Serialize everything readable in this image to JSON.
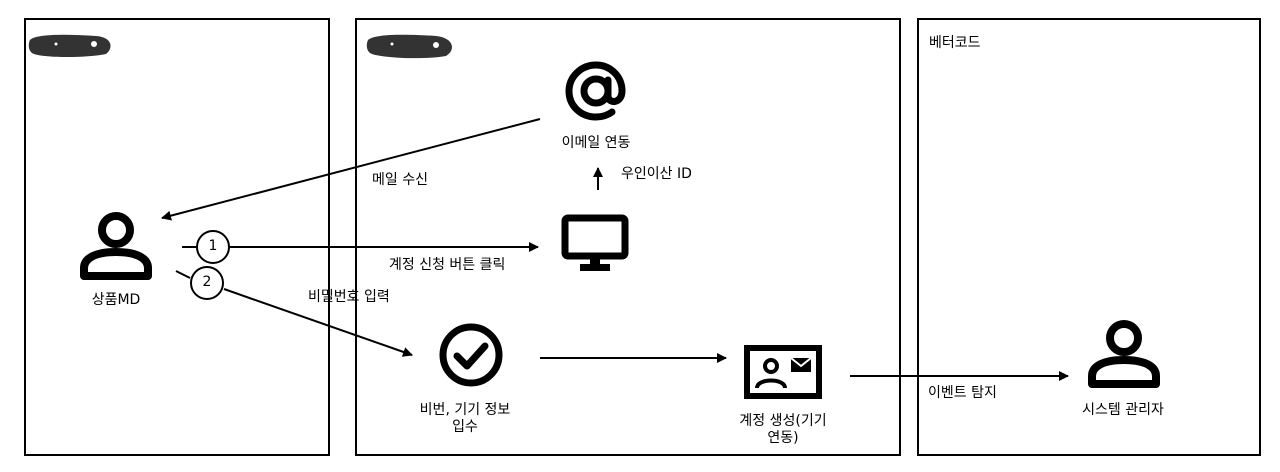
{
  "lanes": {
    "right_title": "베터코드"
  },
  "nodes": {
    "md_label": "상품MD",
    "email_label": "이메일 연동",
    "submit_label_line1": "비번, 기기 정보",
    "submit_label_line2": "입수",
    "account_label_line1": "계정 생성(기기",
    "account_label_line2": "연동)",
    "admin_label": "시스템 관리자"
  },
  "edges": {
    "mail_receive": "메일 수신",
    "unmanned_id": "우인이산 ID",
    "signup_click": "계정 신청 버튼 클릭",
    "password_input": "비밀번호 입력",
    "event_detect": "이벤트 탐지"
  },
  "steps": {
    "step1": "1",
    "step2": "2"
  },
  "icons": [
    "user-icon",
    "at-sign-icon",
    "monitor-icon",
    "check-circle-icon",
    "contact-card-icon",
    "redacted-logo"
  ]
}
